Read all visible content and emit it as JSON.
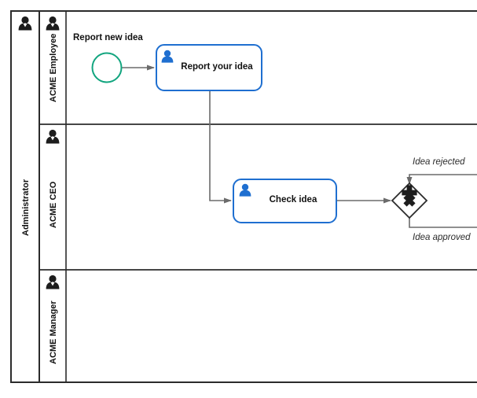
{
  "diagram": {
    "type": "bpmn-collaboration",
    "pool": {
      "label": "Administrator",
      "icon": "person-icon"
    },
    "lanes": [
      {
        "label": "ACME Employee",
        "icon": "person-icon"
      },
      {
        "label": "ACME CEO",
        "icon": "person-icon"
      },
      {
        "label": "ACME Manager",
        "icon": "person-icon"
      }
    ],
    "nodes": [
      {
        "id": "start-event",
        "kind": "start-event",
        "label": "Report new idea",
        "lane": "ACME Employee",
        "stroke": "#12A57F"
      },
      {
        "id": "task-report-your-idea",
        "kind": "user-task",
        "label": "Report your idea",
        "lane": "ACME Employee",
        "stroke": "#1F6FD0",
        "icon": "user-icon"
      },
      {
        "id": "task-check-idea",
        "kind": "user-task",
        "label": "Check idea",
        "lane": "ACME CEO",
        "stroke": "#1F6FD0",
        "icon": "user-icon"
      },
      {
        "id": "gateway-idea-decision",
        "kind": "complex-gateway",
        "label": "",
        "lane": "ACME CEO",
        "stroke": "#2b2b2b",
        "marker": "cross-marker"
      }
    ],
    "flows": [
      {
        "id": "flow-start-to-report",
        "label": "",
        "from": "start-event",
        "to": "task-report-your-idea"
      },
      {
        "id": "flow-report-to-check",
        "label": "",
        "from": "task-report-your-idea",
        "to": "task-check-idea"
      },
      {
        "id": "flow-check-to-gateway",
        "label": "",
        "from": "task-check-idea",
        "to": "gateway-idea-decision"
      },
      {
        "id": "flow-idea-rejected",
        "label": "Idea rejected",
        "from": "gateway-idea-decision",
        "to": ""
      },
      {
        "id": "flow-idea-approved",
        "label": "Idea approved",
        "from": "gateway-idea-decision",
        "to": ""
      }
    ],
    "colors": {
      "pool_stroke": "#2b2b2b",
      "lane_stroke": "#2b2b2b",
      "flow_stroke": "#6b6b6b",
      "task_stroke": "#1F6FD0",
      "task_icon": "#1F6FD0",
      "start_stroke": "#12A57F",
      "gateway_stroke": "#2b2b2b"
    }
  }
}
